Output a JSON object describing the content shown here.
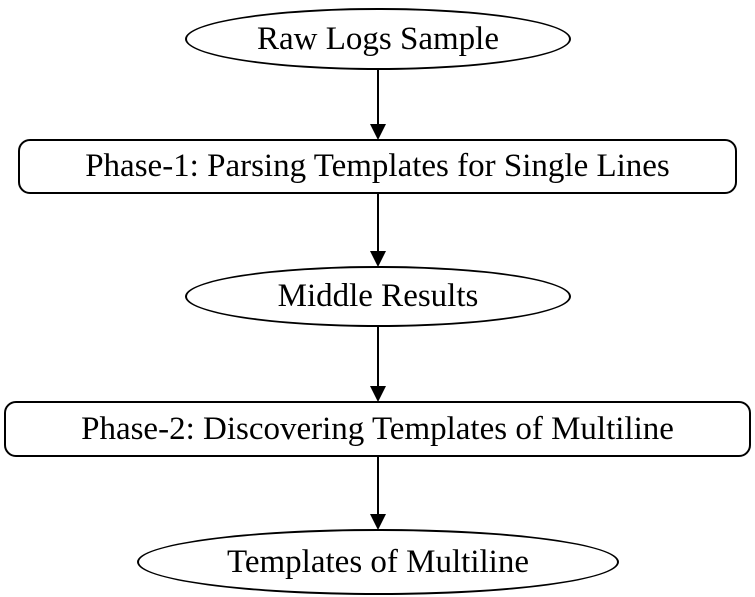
{
  "diagram": {
    "title": "Two-phase log template parsing flowchart",
    "colors": {
      "background": "#ffffff",
      "stroke": "#000000",
      "text": "#000000",
      "node_fill": "#ffffff"
    },
    "nodes": [
      {
        "id": "raw-logs-sample",
        "shape": "ellipse",
        "label": "Raw Logs Sample"
      },
      {
        "id": "phase-1",
        "shape": "rounded-rect",
        "label": "Phase-1: Parsing Templates for Single Lines"
      },
      {
        "id": "middle-results",
        "shape": "ellipse",
        "label": "Middle Results"
      },
      {
        "id": "phase-2",
        "shape": "rounded-rect",
        "label": "Phase-2: Discovering Templates of Multiline"
      },
      {
        "id": "templates-of-multiline",
        "shape": "ellipse",
        "label": "Templates of Multiline"
      }
    ],
    "edges": [
      {
        "from": "raw-logs-sample",
        "to": "phase-1",
        "style": "arrow-down"
      },
      {
        "from": "phase-1",
        "to": "middle-results",
        "style": "arrow-down"
      },
      {
        "from": "middle-results",
        "to": "phase-2",
        "style": "arrow-down"
      },
      {
        "from": "phase-2",
        "to": "templates-of-multiline",
        "style": "arrow-down"
      }
    ]
  }
}
